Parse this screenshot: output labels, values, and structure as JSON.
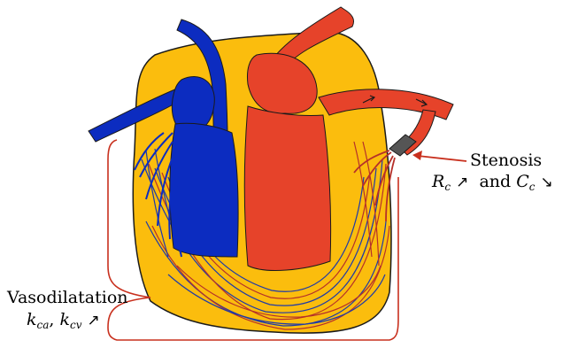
{
  "labels": {
    "stenosis": {
      "title": "Stenosis",
      "r_sym": "R",
      "r_sub": "c",
      "up_arrow": "↗",
      "and_text": "and",
      "c_sym": "C",
      "c_sub": "c",
      "down_arrow": "↘"
    },
    "vasodilatation": {
      "title": "Vasodilatation",
      "k1": "k",
      "k1_sub": "ca",
      "comma": ",",
      "k2": "k",
      "k2_sub": "cv",
      "up_arrow": "↗"
    }
  },
  "colors": {
    "myocardium": "#fbbd0d",
    "venous": "#0c2cc0",
    "arterial": "#e6432a",
    "artery_dark": "#b5302a",
    "stenosis": "#555555",
    "bracket": "#c8301e",
    "outline": "#1a1a1a"
  }
}
